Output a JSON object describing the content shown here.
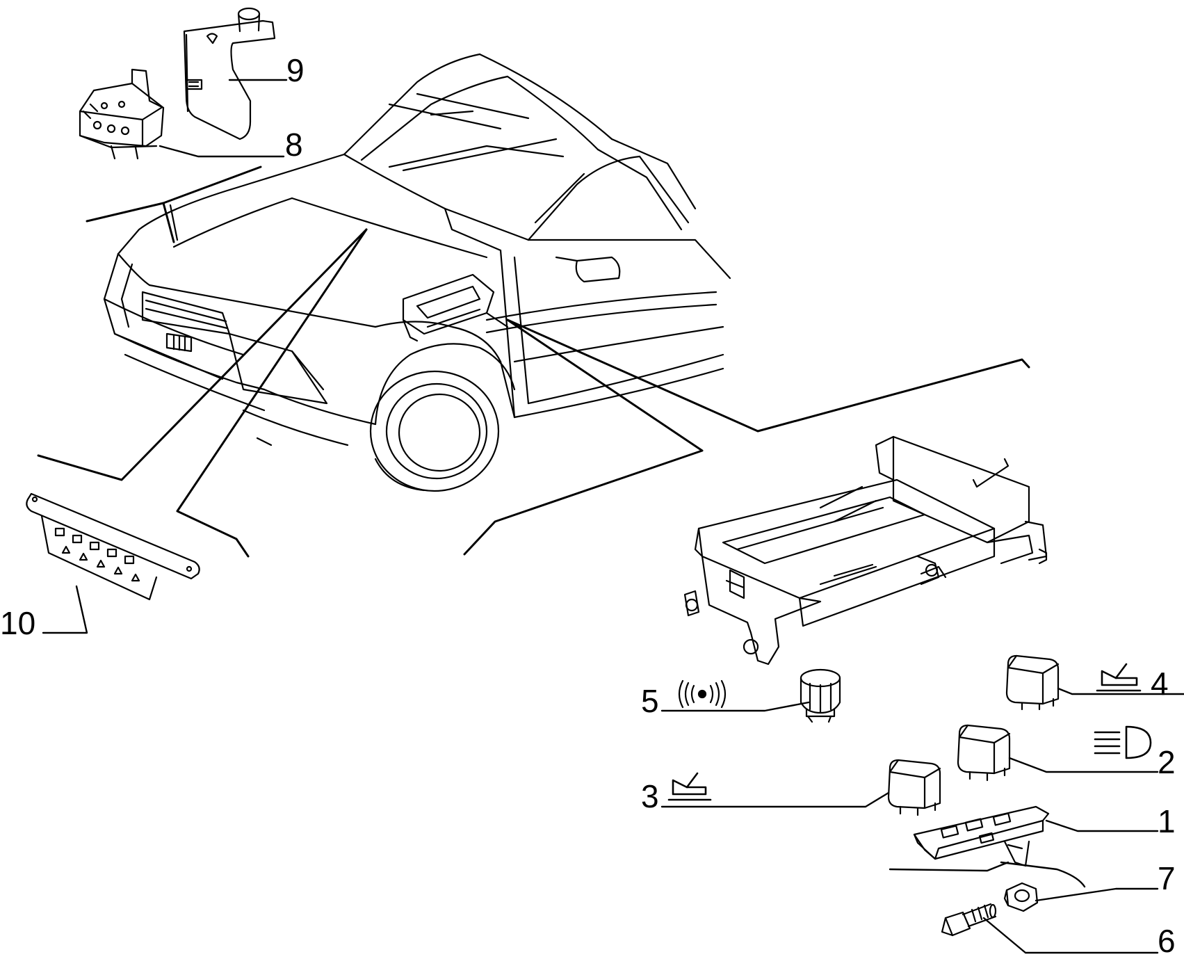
{
  "callouts": {
    "c1": "1",
    "c2": "2",
    "c3": "3",
    "c4": "4",
    "c5": "5",
    "c6": "6",
    "c7": "7",
    "c8": "8",
    "c9": "9",
    "c10": "10"
  },
  "symbols": {
    "s2": "headlight-icon",
    "s3": "hood-lamp-icon",
    "s4": "hood-lamp-icon",
    "s5": "horn-icon"
  },
  "colors": {
    "ink": "#000000",
    "paper": "#ffffff"
  }
}
